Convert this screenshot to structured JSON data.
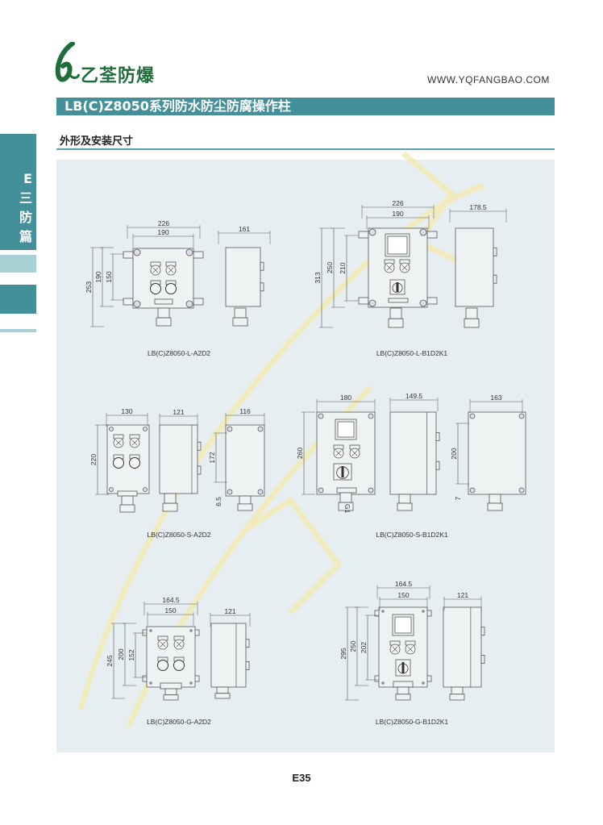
{
  "header": {
    "logo_text": "乙荃防爆",
    "website": "WWW.YQFANGBAO.COM",
    "title": "LB(C)Z8050系列防水防尘防腐操作柱",
    "section": "外形及安装尺寸"
  },
  "side_tab": {
    "letter": "E",
    "label": [
      "三",
      "防",
      "篇"
    ]
  },
  "colors": {
    "accent": "#43909b",
    "light_accent": "#a9d0d5",
    "panel": "#e6eef1",
    "logo_green": "#1f6e3a"
  },
  "drawings": [
    {
      "caption": "LB(C)Z8050-L-A2D2",
      "dims": [
        "226",
        "190",
        "253",
        "190",
        "150",
        "161"
      ]
    },
    {
      "caption": "LB(C)Z8050-L-B1D2K1",
      "dims": [
        "226",
        "190",
        "313",
        "250",
        "210",
        "178.5"
      ]
    },
    {
      "caption": "LB(C)Z8050-S-A2D2",
      "dims": [
        "130",
        "220",
        "121",
        "116",
        "172",
        "6.5"
      ]
    },
    {
      "caption": "LB(C)Z8050-S-B1D2K1",
      "dims": [
        "180",
        "260",
        "149.5",
        "163",
        "200",
        "7"
      ],
      "gland_label": "G1"
    },
    {
      "caption": "LB(C)Z8050-G-A2D2",
      "dims": [
        "164.5",
        "150",
        "245",
        "200",
        "152",
        "121"
      ]
    },
    {
      "caption": "LB(C)Z8050-G-B1D2K1",
      "dims": [
        "164.5",
        "150",
        "295",
        "250",
        "202",
        "121"
      ]
    }
  ],
  "page_number": "E35"
}
